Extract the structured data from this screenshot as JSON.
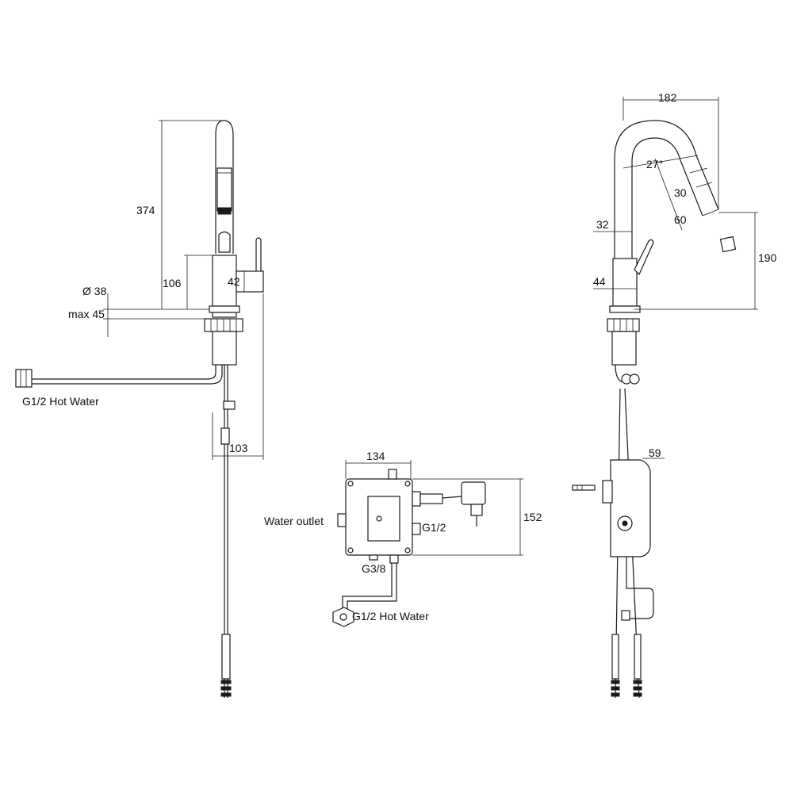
{
  "labels": {
    "dim_374": "374",
    "dim_106": "106",
    "dim_42": "42",
    "dim_d38": "Ø 38",
    "dim_max45": "max 45",
    "dim_103": "103",
    "hot_water_left": "G1/2 Hot Water",
    "dim_182": "182",
    "dim_27deg": "27°",
    "dim_30": "30",
    "dim_60": "60",
    "dim_32": "32",
    "dim_190": "190",
    "dim_44": "44",
    "dim_59": "59",
    "dim_134": "134",
    "dim_152": "152",
    "water_outlet": "Water outlet",
    "g12_right": "G1/2",
    "g38": "G3/8",
    "hot_water_bottom": "G1/2 Hot Water"
  },
  "colors": {
    "line": "#1a1a1a",
    "background": "#ffffff"
  }
}
